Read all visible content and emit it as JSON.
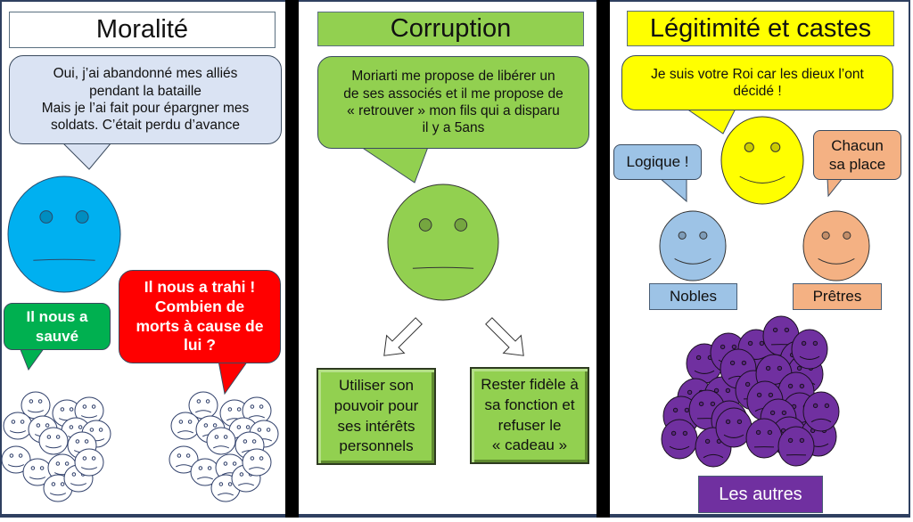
{
  "panels": [
    {
      "id": "moralite",
      "title": "Moralité",
      "title_bg": "#e7e6e6",
      "main_bubble": {
        "lines": [
          "Oui, j’ai abandonné mes alliés",
          "pendant la bataille",
          "Mais je l’ai fait pour épargner mes",
          "soldats. C’était perdu d’avance"
        ],
        "bg": "#dae3f3"
      },
      "main_face": {
        "color": "#00b0f0",
        "expression": "neutral"
      },
      "crowd_bubbles": [
        {
          "lines": [
            "Il nous a",
            "sauvé"
          ],
          "bg": "#00b050",
          "text_color": "#ffffff"
        },
        {
          "lines": [
            "Il nous a trahi !",
            "Combien de",
            "morts à cause de",
            "lui ?"
          ],
          "bg": "#ff0000",
          "text_color": "#ffffff"
        }
      ],
      "crowds": [
        {
          "name": "happy-crowd",
          "expression": "happy",
          "count": 15
        },
        {
          "name": "sad-crowd",
          "expression": "sad",
          "count": 15
        }
      ]
    },
    {
      "id": "corruption",
      "title": "Corruption",
      "title_bg": "#92d050",
      "main_bubble": {
        "lines": [
          "Moriarti me propose de libérer un",
          "de ses associés et il me propose de",
          "« retrouver » mon fils qui a disparu",
          "il y a 5ans"
        ],
        "bg": "#92d050"
      },
      "main_face": {
        "color": "#92d050",
        "expression": "neutral"
      },
      "choices": [
        {
          "lines": [
            "Utiliser son",
            "pouvoir pour",
            "ses intérêts",
            "personnels"
          ]
        },
        {
          "lines": [
            "Rester fidèle à",
            "sa fonction et",
            "refuser le",
            "« cadeau »"
          ]
        }
      ]
    },
    {
      "id": "legitimite",
      "title": "Légitimité et castes",
      "title_bg": "#ffff00",
      "king_bubble": {
        "lines": [
          "Je suis votre Roi car les dieux l’ont",
          "décidé !"
        ],
        "bg": "#ffff00"
      },
      "king_face": {
        "color": "#ffff00",
        "expression": "happy"
      },
      "nobles": {
        "bubble": "Logique !",
        "label": "Nobles",
        "color": "#9dc3e6"
      },
      "priests": {
        "bubble_lines": [
          "Chacun",
          "sa place"
        ],
        "label": "Prêtres",
        "color": "#f4b183"
      },
      "others": {
        "label": "Les autres",
        "color": "#7030a0",
        "count": 20
      }
    }
  ]
}
